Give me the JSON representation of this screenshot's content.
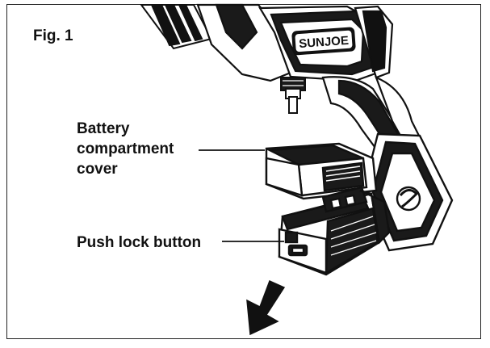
{
  "figure": {
    "title": "Fig. 1",
    "brand_logo_text": "SUNJOE",
    "callouts": {
      "battery_cover": [
        "Battery",
        "compartment",
        "cover"
      ],
      "push_lock": "Push lock button"
    },
    "colors": {
      "ink": "#111111",
      "frame": "#222222",
      "shade_dark": "#1a1a1a",
      "shade_mid": "#8a8a8a",
      "shade_light": "#cfcfcf",
      "paper": "#ffffff"
    },
    "icons": {
      "arrow": "down-left-arrow-icon"
    }
  }
}
